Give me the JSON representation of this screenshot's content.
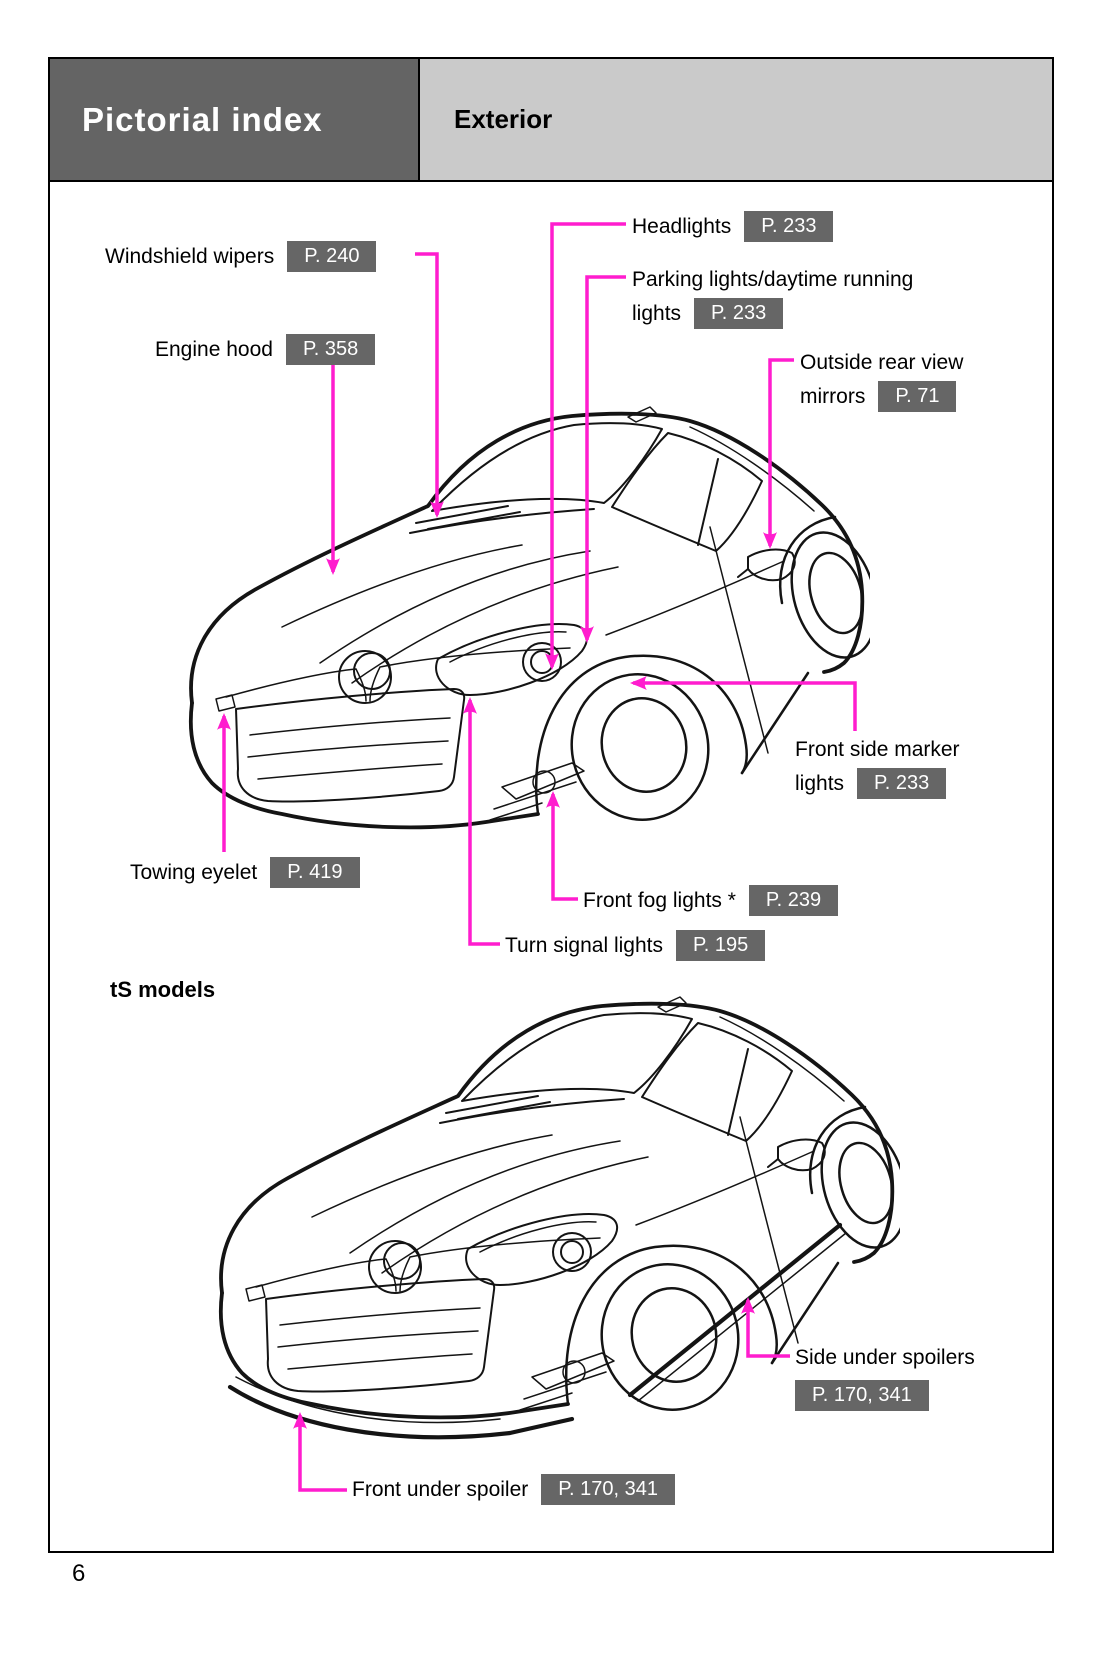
{
  "header": {
    "title": "Pictorial index",
    "section": "Exterior"
  },
  "subheading": "tS models",
  "page_number": "6",
  "colors": {
    "accent_magenta": "#ff1dce",
    "ref_box_bg": "#666666",
    "header_dark_bg": "#646464",
    "header_light_bg": "#cacaca"
  },
  "callouts": {
    "windshield_wipers": {
      "label": "Windshield wipers",
      "page_ref": "P. 240"
    },
    "headlights": {
      "label": "Headlights",
      "page_ref": "P. 233"
    },
    "parking_lights": {
      "label_line1": "Parking lights/daytime running",
      "label_line2": "lights",
      "page_ref": "P. 233"
    },
    "engine_hood": {
      "label": "Engine hood",
      "page_ref": "P. 358"
    },
    "outside_mirrors": {
      "label_line1": "Outside rear view",
      "label_line2": "mirrors",
      "page_ref": "P. 71"
    },
    "front_side_marker_lights": {
      "label_line1": "Front side marker",
      "label_line2": "lights",
      "page_ref": "P. 233"
    },
    "towing_eyelet": {
      "label": "Towing eyelet",
      "page_ref": "P. 419"
    },
    "front_fog_lights": {
      "label": "Front fog lights *",
      "page_ref": "P. 239"
    },
    "turn_signal_lights": {
      "label": "Turn signal lights",
      "page_ref": "P. 195"
    },
    "side_under_spoilers": {
      "label": "Side under spoilers",
      "page_ref": "P. 170, 341"
    },
    "front_under_spoiler": {
      "label": "Front under spoiler",
      "page_ref": "P. 170, 341"
    }
  }
}
